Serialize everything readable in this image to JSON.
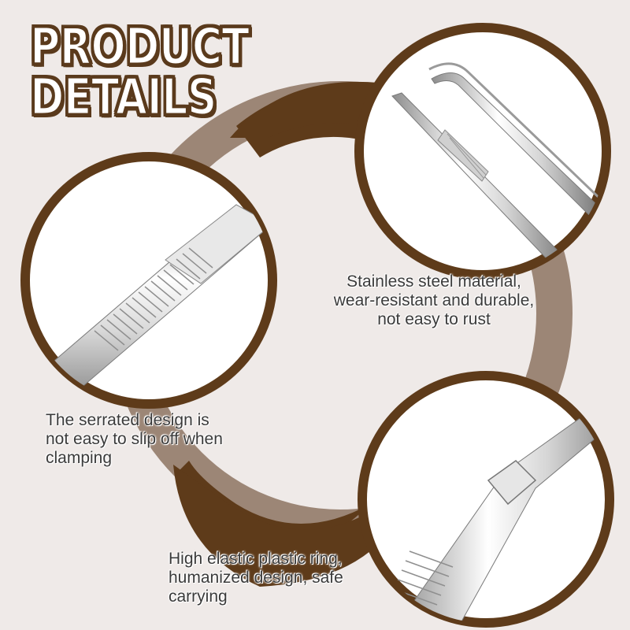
{
  "title": {
    "line1": "PRODUCT",
    "line2": "DETAILS"
  },
  "colors": {
    "background": "#efeae8",
    "ring_outer": "#9c8676",
    "ring_dark": "#5e3b1a",
    "circle_fill": "#ffffff",
    "circle_border": "#5e3b1a",
    "steel_light": "#f4f4f4",
    "steel_dark": "#8a8a8a"
  },
  "details": [
    {
      "id": "steel",
      "caption_lines": [
        "Stainless steel material,",
        "wear-resistant and durable,",
        "not easy to rust"
      ],
      "image": "tweezer-tips-icon"
    },
    {
      "id": "serrated",
      "caption_lines": [
        "The serrated design is",
        "not easy to slip off when",
        "clamping"
      ],
      "image": "serrated-grip-icon"
    },
    {
      "id": "ring",
      "caption_lines": [
        "High elastic plastic ring,",
        "humanized design, safe",
        "carrying"
      ],
      "image": "plastic-ring-icon"
    }
  ]
}
